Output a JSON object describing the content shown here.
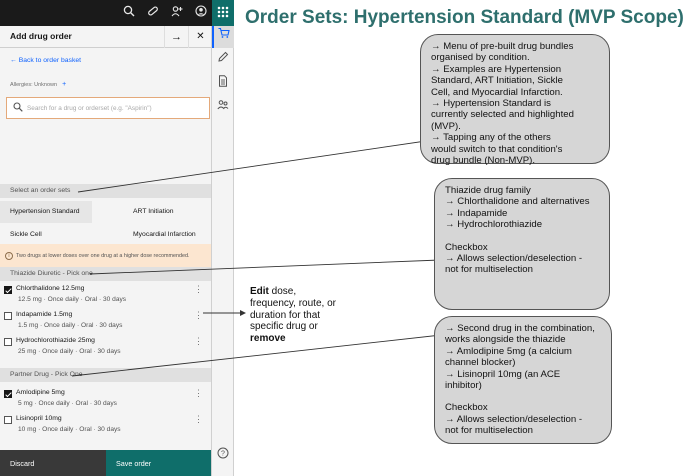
{
  "heading": "Order Sets: Hypertension Standard (MVP Scope)",
  "panel": {
    "title": "Add drug order",
    "back_link": "Back to order basket",
    "allergies": "Allergies: Unknown",
    "allergies_add": "+",
    "search_placeholder": "Search for a drug or orderset (e.g. \"Aspirin\")",
    "order_sets_header": "Select an order sets",
    "order_sets": [
      {
        "label": "Hypertension Standard",
        "selected": true
      },
      {
        "label": "ART Initiation",
        "selected": false
      },
      {
        "label": "Sickle Cell",
        "selected": false
      },
      {
        "label": "Myocardial Infarction",
        "selected": false
      }
    ],
    "warning": "Two  drugs at lower doses over one drug at a higher dose recommended.",
    "thiazide_header": "Thiazide Diuretic - Pick one",
    "thiazide_drugs": [
      {
        "name": "Chlorthalidone 12.5mg",
        "detail": "12.5 mg · Once daily · Oral · 30 days",
        "checked": true
      },
      {
        "name": "Indapamide 1.5mg",
        "detail": "1.5 mg · Once daily · Oral · 30 days",
        "checked": false
      },
      {
        "name": "Hydrochlorothiazide 25mg",
        "detail": "25 mg · Once daily · Oral · 30 days",
        "checked": false
      }
    ],
    "partner_header": "Partner Drug - Pick One",
    "partner_drugs": [
      {
        "name": "Amlodipine 5mg",
        "detail": "5 mg · Once daily · Oral · 30 days",
        "checked": true
      },
      {
        "name": "Lisinopril 10mg",
        "detail": "10 mg · Once daily · Oral · 30 days",
        "checked": false
      }
    ],
    "discard_label": "Discard",
    "save_label": "Save order"
  },
  "icons": {
    "topbar": [
      "search-icon",
      "pill-icon",
      "add-user-icon",
      "user-avatar-icon"
    ],
    "rail": [
      "cart-icon",
      "pen-icon",
      "document-icon",
      "users-icon",
      "help-icon"
    ],
    "grid": "app-switcher-icon"
  },
  "annotations": {
    "order_sets": [
      "→ Menu of pre-built drug bundles",
      "organised by condition.",
      "→ Examples are Hypertension",
      "Standard, ART Initiation, Sickle",
      "Cell, and Myocardial Infarction.",
      "→ Hypertension Standard is",
      "currently selected and highlighted",
      "(MVP).",
      "→ Tapping any of the others",
      "would switch to that condition's",
      "drug bundle (Non-MVP)."
    ],
    "thiazide_top": [
      "Thiazide drug family",
      "→ Chlorthalidone and alternatives",
      "→ Indapamide",
      "→ Hydrochlorothiazide"
    ],
    "thiazide_bottom": [
      "Checkbox",
      "→ Allows selection/deselection -",
      "not for multiselection"
    ],
    "partner_top": [
      "→ Second drug in the combination,",
      "works alongside the thiazide",
      "→ Amlodipine 5mg (a calcium",
      "channel blocker)",
      "→ Lisinopril 10mg (an ACE",
      "inhibitor)"
    ],
    "partner_bottom": [
      "Checkbox",
      "→ Allows selection/deselection -",
      "not for multiselection"
    ],
    "edit_note": {
      "bold1": "Edit",
      "text": " dose, frequency, route, or duration for that specific drug or ",
      "bold2": "remove"
    }
  },
  "colors": {
    "teal": "#0f6e6a",
    "heading": "#2e6f6d",
    "link": "#0f62fe",
    "warning_bg": "#fce6d0",
    "bubble_bg": "#d6d6d6"
  }
}
